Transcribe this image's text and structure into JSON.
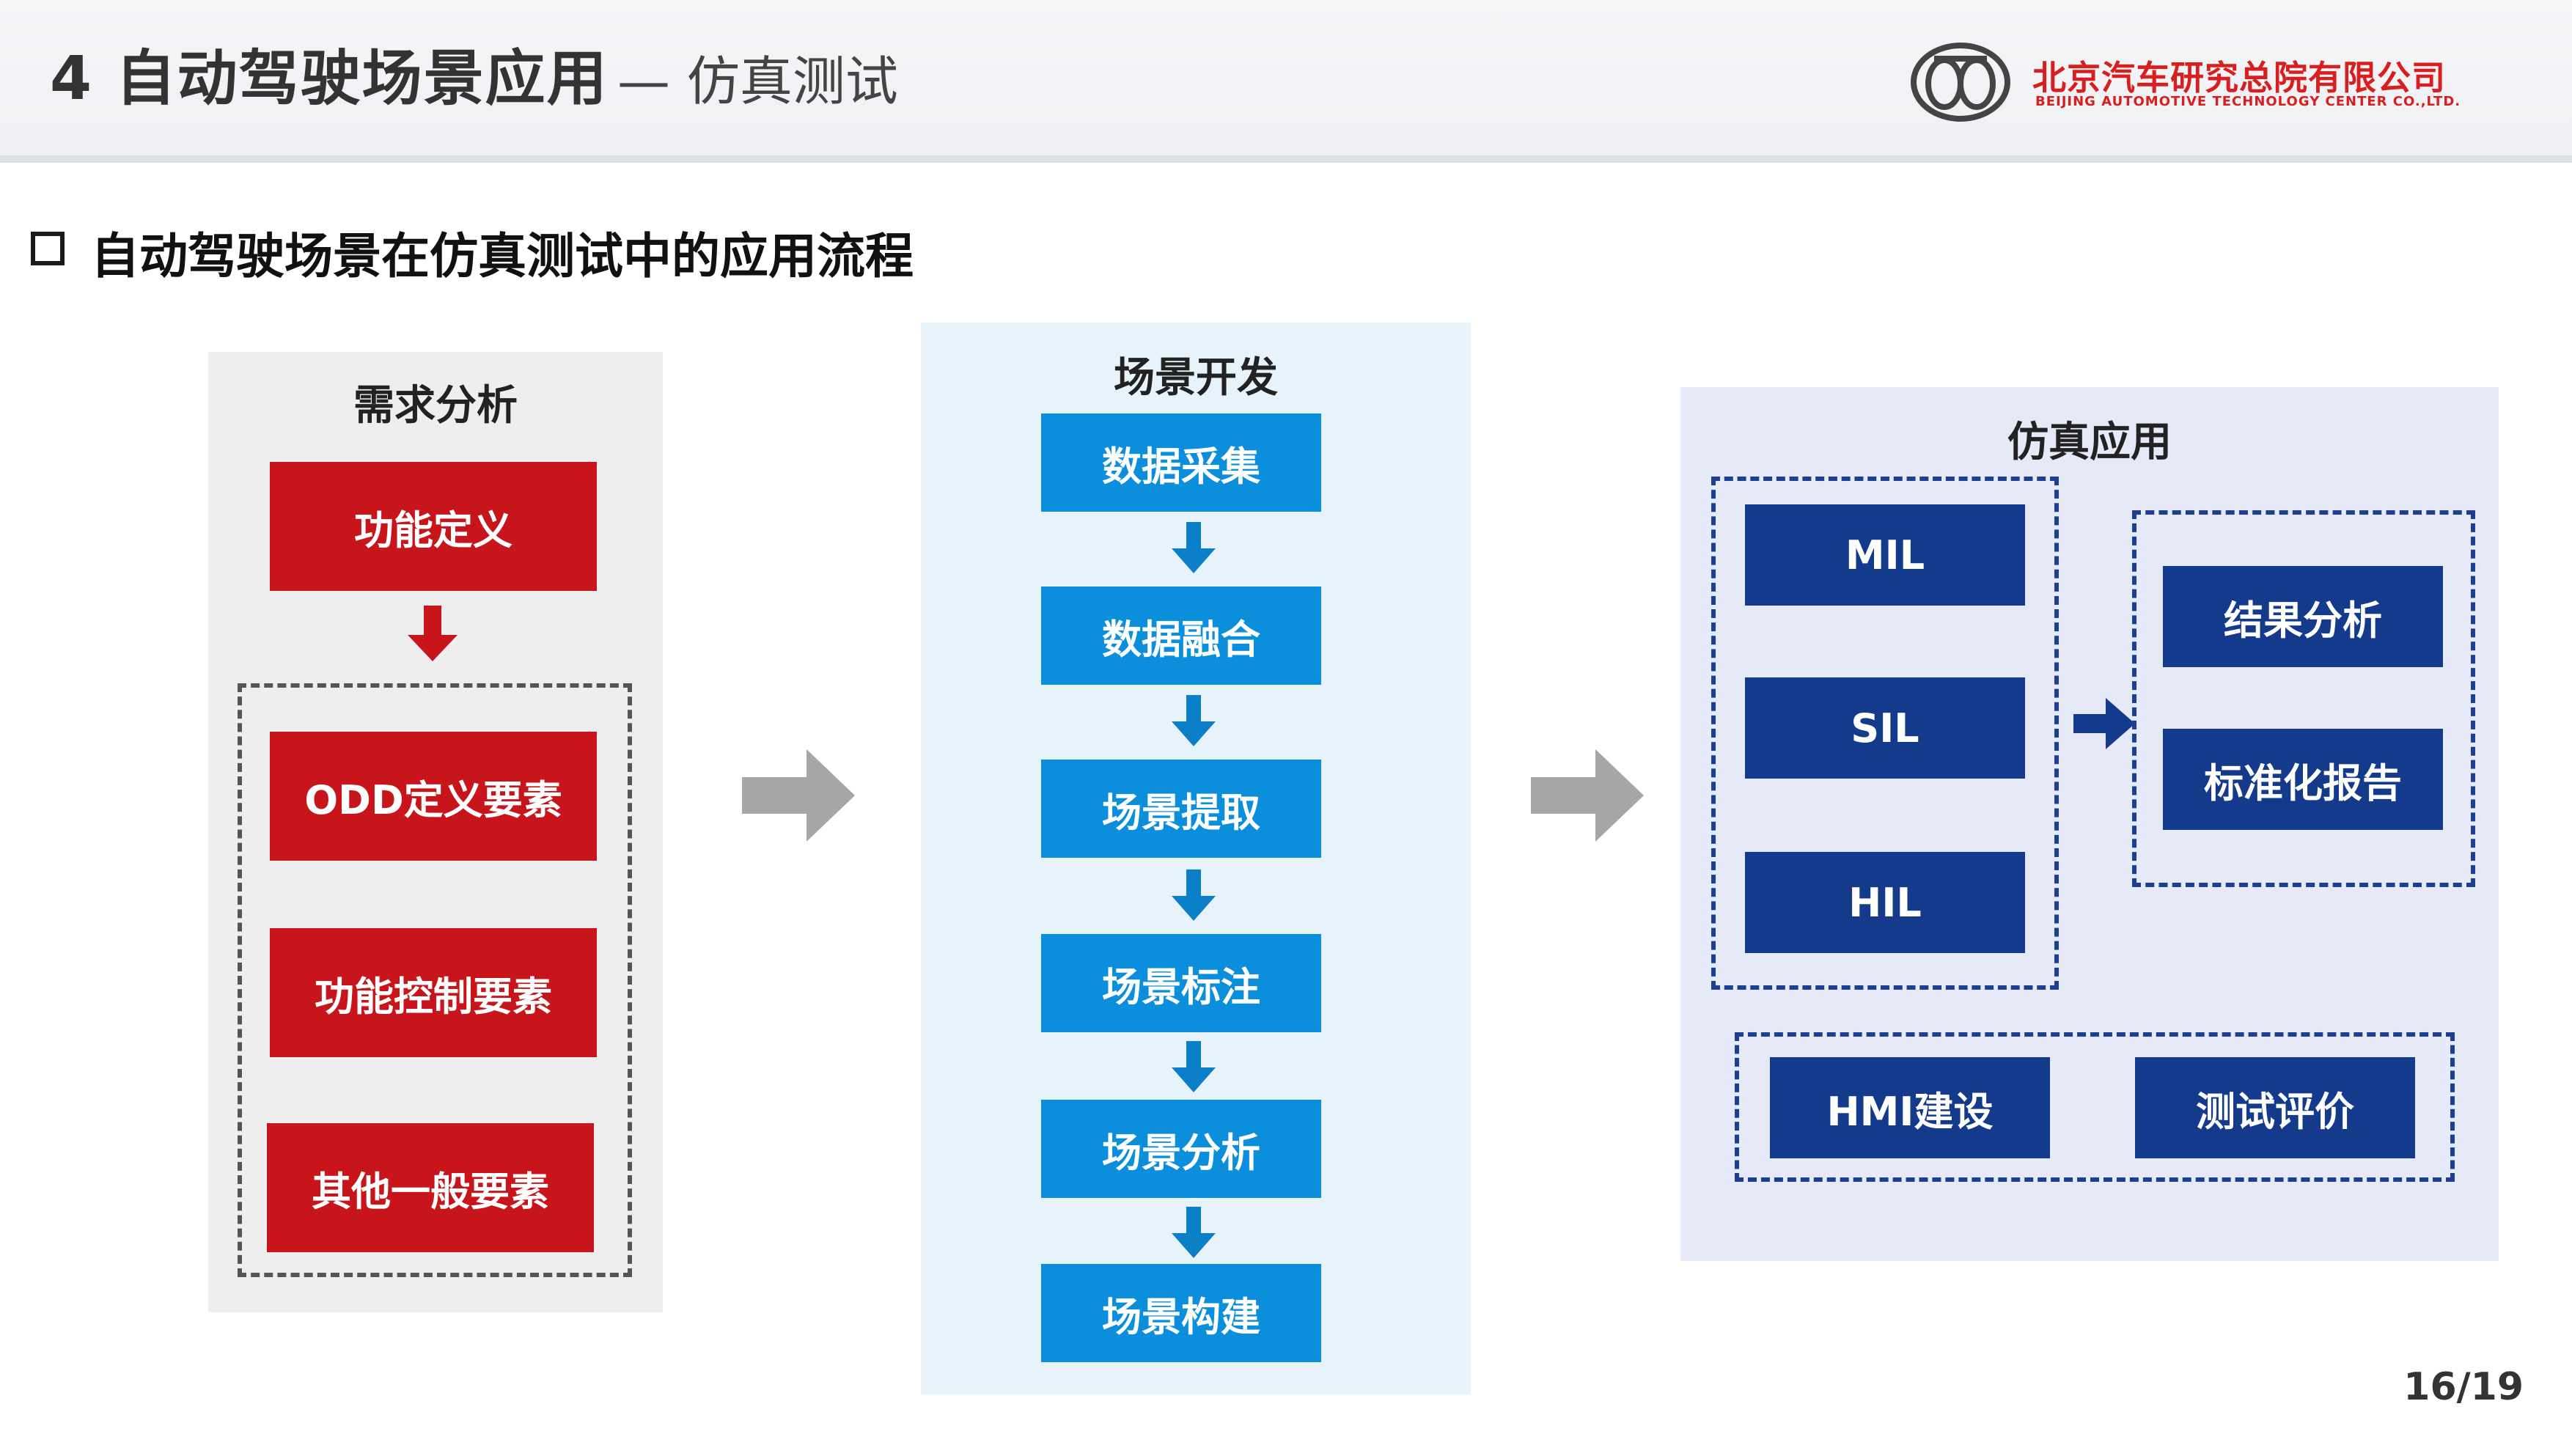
{
  "header": {
    "title_main": "4 自动驾驶场景应用",
    "title_sub": "— 仿真测试",
    "logo": {
      "name_cn": "北京汽车研究总院有限公司",
      "name_en": "BEIJING AUTOMOTIVE TECHNOLOGY CENTER CO.,LTD."
    }
  },
  "section_title": "自动驾驶场景在仿真测试中的应用流程",
  "requirements": {
    "title": "需求分析",
    "top_item": "功能定义",
    "items": [
      "ODD定义要素",
      "功能控制要素",
      "其他一般要素"
    ]
  },
  "scene_dev": {
    "title": "场景开发",
    "steps": [
      "数据采集",
      "数据融合",
      "场景提取",
      "场景标注",
      "场景分析",
      "场景构建"
    ]
  },
  "sim_app": {
    "title": "仿真应用",
    "levels": [
      "MIL",
      "SIL",
      "HIL"
    ],
    "outputs": [
      "结果分析",
      "标准化报告"
    ],
    "bottom": [
      "HMI建设",
      "测试评价"
    ]
  },
  "page_number": "16/19",
  "colors": {
    "red": "#c8141b",
    "blue": "#0b8fdc",
    "navy": "#143a8c",
    "gray_arrow": "#a6a6a6"
  }
}
